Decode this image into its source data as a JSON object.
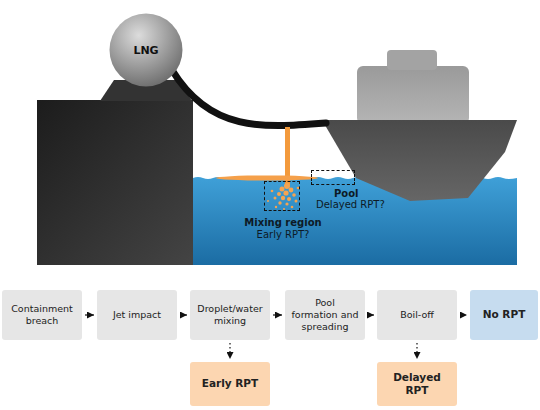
{
  "diagram": {
    "nodes": [
      {
        "text": [
          "LNG"
        ]
      },
      {
        "text": [
          "Mixing region",
          "Early RPT?"
        ]
      },
      {
        "text": [
          "Pool",
          "Delayed RPT?"
        ]
      },
      {
        "text": [
          "Containment breach"
        ]
      },
      {
        "text": [
          "Jet impact"
        ]
      },
      {
        "text": [
          "Droplet/water mixing"
        ]
      },
      {
        "text": [
          "Pool formation and spreading"
        ]
      },
      {
        "text": [
          "Boil-off"
        ]
      },
      {
        "text": [
          "No RPT"
        ]
      },
      {
        "text": [
          "Early RPT"
        ]
      },
      {
        "text": [
          "Delayed RPT"
        ]
      }
    ],
    "edges": [
      {
        "from": 3,
        "to": 4,
        "arrow": "to"
      },
      {
        "from": 4,
        "to": 5,
        "arrow": "to"
      },
      {
        "from": 5,
        "to": 6,
        "arrow": "to"
      },
      {
        "from": 6,
        "to": 7,
        "arrow": "to"
      },
      {
        "from": 7,
        "to": 8,
        "arrow": "to"
      },
      {
        "from": 5,
        "to": 9,
        "arrow": "to"
      },
      {
        "from": 7,
        "to": 10,
        "arrow": "to"
      }
    ]
  }
}
